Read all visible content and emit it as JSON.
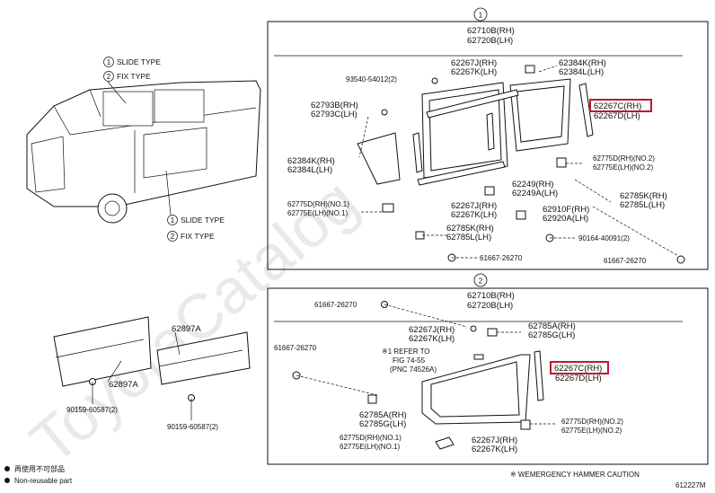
{
  "section_markers": [
    "①",
    "②"
  ],
  "legend_top": [
    {
      "num": "①",
      "text": "SLIDE TYPE"
    },
    {
      "num": "②",
      "text": "FIX TYPE"
    }
  ],
  "legend_bottom": [
    {
      "num": "①",
      "text": "SLIDE TYPE"
    },
    {
      "num": "②",
      "text": "FIX TYPE"
    }
  ],
  "box1": {
    "header": [
      "62710B(RH)",
      "62720B(LH)"
    ],
    "labels": [
      [
        "62384K(RH)",
        "62384L(LH)"
      ],
      [
        "62267J(RH)",
        "62267K(LH)"
      ],
      [
        "93540-54012(2)"
      ],
      [
        "62793B(RH)",
        "62793C(LH)"
      ],
      [
        "62267D(LH)"
      ],
      [
        "62775D(RH)(NO.2)",
        "62775E(LH)(NO.2)"
      ],
      [
        "62384K(RH)",
        "62384L(LH)"
      ],
      [
        "62249(RH)",
        "62249A(LH)"
      ],
      [
        "62785K(RH)",
        "62785L(LH)"
      ],
      [
        "62775D(RH)(NO.1)",
        "62775E(LH)(NO.1)"
      ],
      [
        "62267J(RH)",
        "62267K(LH)"
      ],
      [
        "62910F(RH)",
        "62920A(LH)"
      ],
      [
        "62785K(RH)",
        "62785L(LH)"
      ],
      [
        "90164-40091(2)"
      ],
      [
        "61667-26270"
      ],
      [
        "61667-26270"
      ]
    ],
    "highlight": "62267C(RH)"
  },
  "box2": {
    "header": [
      "62710B(RH)",
      "62720B(LH)"
    ],
    "labels": [
      [
        "61667-26270"
      ],
      [
        "62267J(RH)",
        "62267K(LH)"
      ],
      [
        "62785A(RH)",
        "62785G(LH)"
      ],
      [
        "61667-26270"
      ],
      [
        "※1 REFER TO",
        "FIG 74-55",
        "(PNC 74526A)"
      ],
      [
        "62267D(LH)"
      ],
      [
        "62785A(RH)",
        "62785G(LH)"
      ],
      [
        "62775D(RH)(NO.2)",
        "62775E(LH)(NO.2)"
      ],
      [
        "62775D(RH)(NO.1)",
        "62775E(LH)(NO.1)"
      ],
      [
        "62267J(RH)",
        "62267K(LH)"
      ]
    ],
    "highlight": "62267C(RH)"
  },
  "left_bottom": [
    [
      "62897A"
    ],
    [
      "62897A"
    ],
    [
      "90159-60587(2)"
    ],
    [
      "90159-60587(2)"
    ]
  ],
  "footer": {
    "legend_line1": "再使用不可部品",
    "legend_line2": "Non-reusable part",
    "caution": "※ WEMERGENCY HAMMER CAUTION",
    "code": "612227M"
  },
  "watermark": "ToyotaCatalog"
}
